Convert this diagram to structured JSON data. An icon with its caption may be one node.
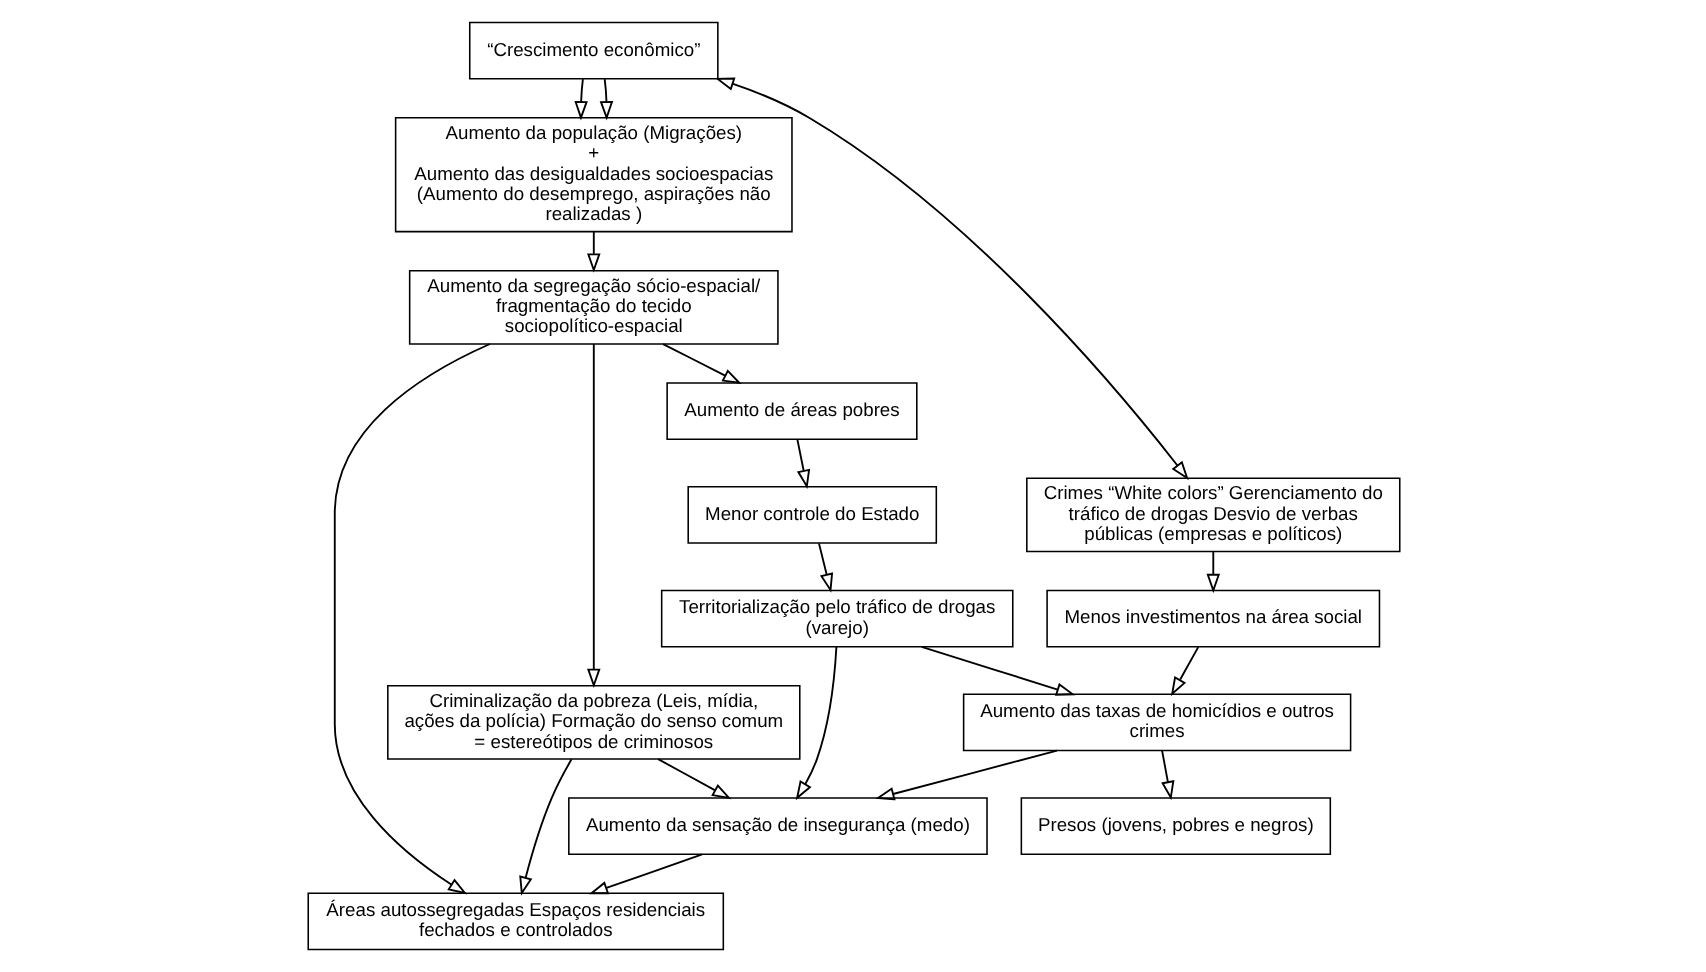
{
  "diagram": {
    "nodes": [
      {
        "text": [
          "“Crescimento econômico”"
        ]
      },
      {
        "text": [
          "Aumento da população (Migrações)",
          "+",
          "Aumento das desigualdades socioespacias",
          "(Aumento do desemprego, aspirações não realizadas )"
        ]
      },
      {
        "text": [
          "Aumento da segregação sócio-espacial/ fragmentação do tecido sociopolítico-espacial"
        ]
      },
      {
        "text": [
          "Áreas autossegregadas Espaços residenciais fechados e controlados"
        ]
      },
      {
        "text": [
          "Criminalização da pobreza (Leis, mídia, ações da polícia) Formação do senso comum = estereótipos de criminosos"
        ]
      },
      {
        "text": [
          "Aumento de áreas pobres"
        ]
      },
      {
        "text": [
          "Menor controle do Estado"
        ]
      },
      {
        "text": [
          "Territorialização pelo tráfico de drogas (varejo)"
        ]
      },
      {
        "text": [
          "Aumento da sensação de insegurança (medo)"
        ]
      },
      {
        "text": [
          "Aumento das taxas de homicídios e outros crimes"
        ]
      },
      {
        "text": [
          "Crimes “White colors” Gerenciamento do tráfico de drogas Desvio de verbas públicas (empresas e políticos)"
        ]
      },
      {
        "text": [
          "Menos investimentos na área social"
        ]
      },
      {
        "text": [
          "Presos (jovens, pobres e negros)"
        ]
      }
    ],
    "edges": [
      {
        "from": 0,
        "to": 1,
        "arrow": "to"
      },
      {
        "from": 0,
        "to": 1,
        "arrow": "to"
      },
      {
        "from": 1,
        "to": 2,
        "arrow": "to"
      },
      {
        "from": 2,
        "to": 3,
        "arrow": "to"
      },
      {
        "from": 2,
        "to": 4,
        "arrow": "to"
      },
      {
        "from": 2,
        "to": 5,
        "arrow": "to"
      },
      {
        "from": 4,
        "to": 3,
        "arrow": "to"
      },
      {
        "from": 4,
        "to": 8,
        "arrow": "to"
      },
      {
        "from": 8,
        "to": 3,
        "arrow": "to"
      },
      {
        "from": 5,
        "to": 6,
        "arrow": "to"
      },
      {
        "from": 6,
        "to": 7,
        "arrow": "to"
      },
      {
        "from": 7,
        "to": 8,
        "arrow": "to"
      },
      {
        "from": 7,
        "to": 9,
        "arrow": "to"
      },
      {
        "from": 9,
        "to": 8,
        "arrow": "to"
      },
      {
        "from": 10,
        "to": 11,
        "arrow": "to"
      },
      {
        "from": 11,
        "to": 9,
        "arrow": "to"
      },
      {
        "from": 9,
        "to": 12,
        "arrow": "to"
      },
      {
        "from": 10,
        "to": 0,
        "arrow": "both"
      }
    ]
  }
}
